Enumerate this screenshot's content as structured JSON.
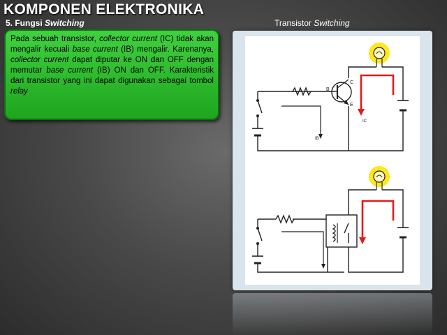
{
  "slide": {
    "title": "KOMPONEN ELEKTRONIKA",
    "subtitle_prefix": "5. Fungsi ",
    "subtitle_italic": "Switching"
  },
  "paragraph": {
    "p1": "Pada sebuah transistor, ",
    "i1": "collector current",
    "p2": " (IC) tidak akan mengalir kecuali ",
    "i2": "base current",
    "p3": " (IB) mengalir. Karenanya, ",
    "i3": "collector current",
    "p4": " dapat diputar ke ON dan OFF dengan memutar ",
    "i4": "base current",
    "p5": " (IB) ON dan OFF. Karakteristik dari transistor yang ini dapat digunakan sebagai tombol ",
    "i5": "relay"
  },
  "figure": {
    "caption_prefix": "Transistor ",
    "caption_italic": "Switching",
    "label_b": "B",
    "label_c": "C",
    "label_e": "E",
    "label_ib": "IB",
    "label_ic": "IC",
    "colors": {
      "current_red": "#e11b1b",
      "lamp_yellow": "#ffe400",
      "wire": "#222222",
      "green_box": "#2db82d"
    }
  }
}
